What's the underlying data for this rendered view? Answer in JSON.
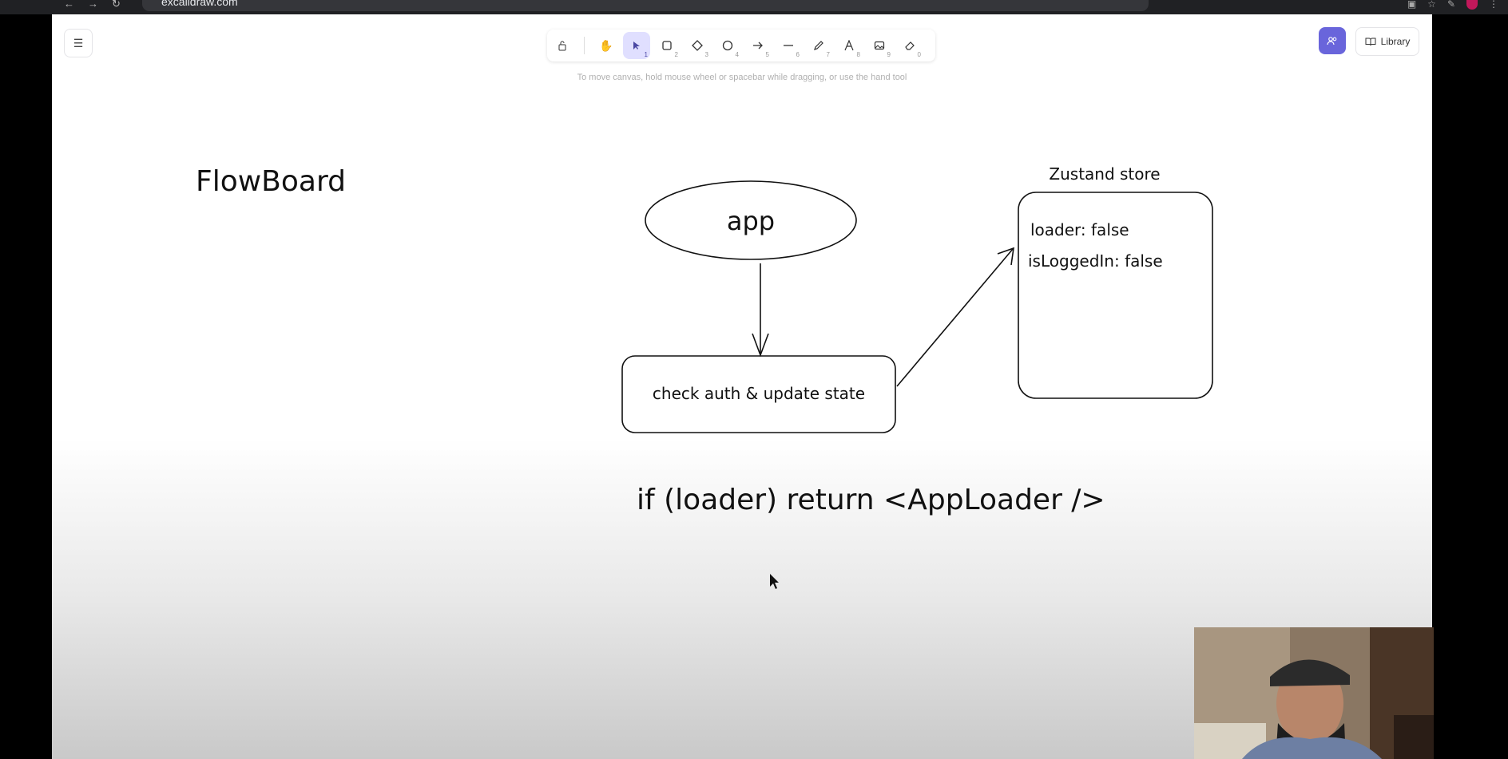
{
  "browser": {
    "url": "excalidraw.com"
  },
  "toolbar": {
    "tools": [
      {
        "name": "lock",
        "key": ""
      },
      {
        "name": "hand",
        "key": ""
      },
      {
        "name": "selection",
        "key": "1"
      },
      {
        "name": "rectangle",
        "key": "2"
      },
      {
        "name": "diamond",
        "key": "3"
      },
      {
        "name": "ellipse",
        "key": "4"
      },
      {
        "name": "arrow",
        "key": "5"
      },
      {
        "name": "line",
        "key": "6"
      },
      {
        "name": "draw",
        "key": "7"
      },
      {
        "name": "text",
        "key": "8"
      },
      {
        "name": "image",
        "key": "9"
      },
      {
        "name": "eraser",
        "key": "0"
      }
    ],
    "hint": "To move canvas, hold mouse wheel or spacebar while dragging, or use the hand tool"
  },
  "top_right": {
    "library_label": "Library"
  },
  "canvas": {
    "title": "FlowBoard",
    "app_node": "app",
    "process_node": "check auth & update state",
    "store_label": "Zustand store",
    "store_lines": [
      "loader: false",
      "isLoggedIn: false"
    ],
    "code_line": "if (loader) return <AppLoader />"
  },
  "colors": {
    "accent": "#6965db",
    "active_tool_bg": "#e0dfff"
  }
}
